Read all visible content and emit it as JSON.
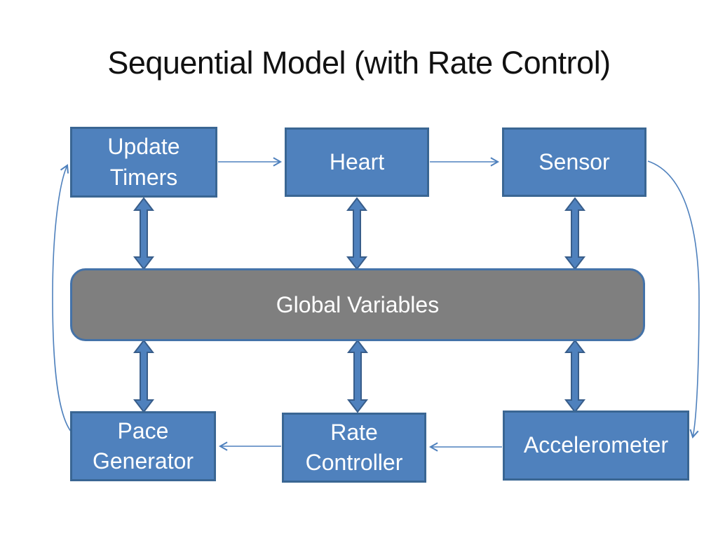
{
  "slide": {
    "title": "Sequential Model (with Rate Control)"
  },
  "colors": {
    "background": "#ffffff",
    "title_text": "#111111",
    "node_fill": "#4f81bd",
    "node_border": "#3a6693",
    "node_text": "#ffffff",
    "bar_fill": "#7f7f7f",
    "bar_border": "#4472a8",
    "connector": "#4f81bd",
    "thick_arrow_fill": "#4f81bd",
    "thick_arrow_border": "#385d8a"
  },
  "nodes": {
    "update_timers": {
      "label": "Update Timers"
    },
    "heart": {
      "label": "Heart"
    },
    "sensor": {
      "label": "Sensor"
    },
    "global_variables": {
      "label": "Global Variables"
    },
    "pace_generator": {
      "label": "Pace Generator"
    },
    "rate_controller": {
      "label": "Rate Controller"
    },
    "accelerometer": {
      "label": "Accelerometer"
    }
  },
  "connections": [
    {
      "from": "Update Timers",
      "to": "Heart",
      "style": "thin-arrow"
    },
    {
      "from": "Heart",
      "to": "Sensor",
      "style": "thin-arrow"
    },
    {
      "from": "Sensor",
      "to": "Accelerometer",
      "style": "curved-thin-arrow-right-side"
    },
    {
      "from": "Accelerometer",
      "to": "Rate Controller",
      "style": "thin-arrow"
    },
    {
      "from": "Rate Controller",
      "to": "Pace Generator",
      "style": "thin-arrow"
    },
    {
      "from": "Pace Generator",
      "to": "Update Timers",
      "style": "curved-thin-arrow-left-side"
    },
    {
      "from": "Update Timers",
      "to": "Global Variables",
      "style": "thick-double-arrow"
    },
    {
      "from": "Heart",
      "to": "Global Variables",
      "style": "thick-double-arrow"
    },
    {
      "from": "Sensor",
      "to": "Global Variables",
      "style": "thick-double-arrow"
    },
    {
      "from": "Pace Generator",
      "to": "Global Variables",
      "style": "thick-double-arrow"
    },
    {
      "from": "Rate Controller",
      "to": "Global Variables",
      "style": "thick-double-arrow"
    },
    {
      "from": "Accelerometer",
      "to": "Global Variables",
      "style": "thick-double-arrow"
    }
  ]
}
